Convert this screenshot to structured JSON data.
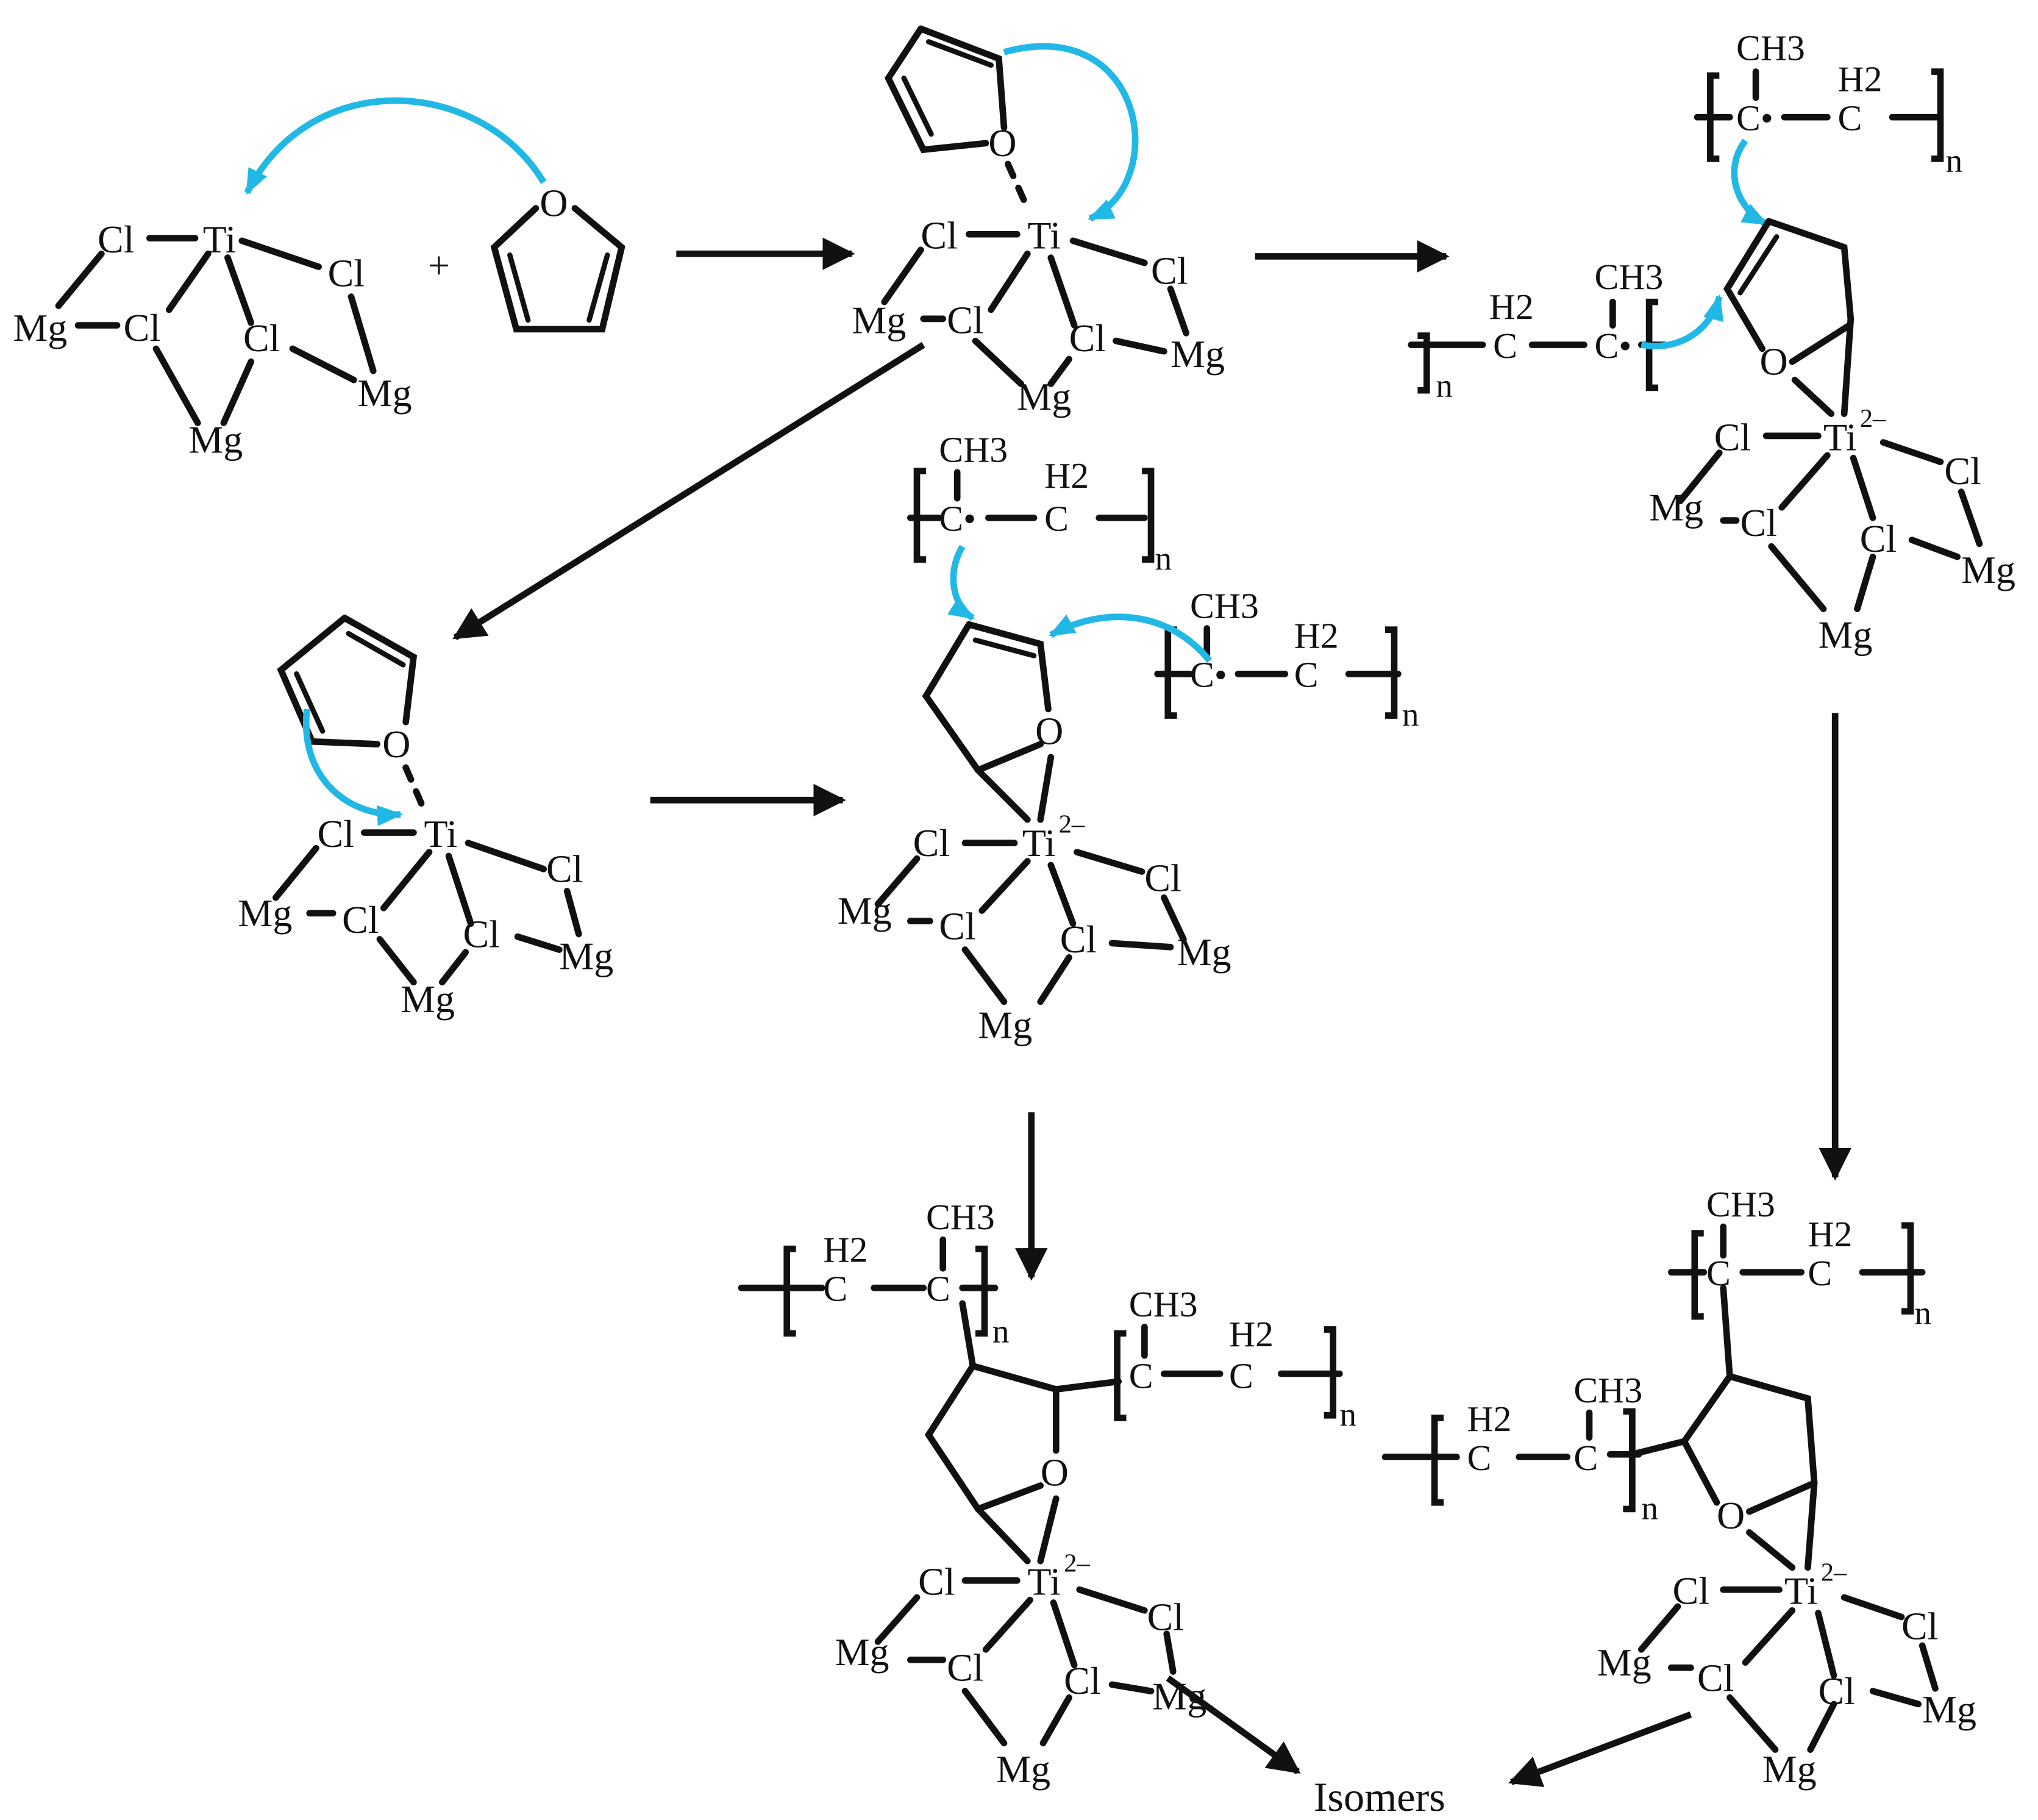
{
  "colors": {
    "ink": "#111111",
    "electron_arrow": "#22b8e6",
    "background": "#ffffff"
  },
  "labels": {
    "cl": "Cl",
    "ti": "Ti",
    "ti_charge": "2–",
    "mg": "Mg",
    "o": "O",
    "c": "C",
    "c_radical": "C•",
    "ch3": "CH3",
    "h2": "H2",
    "n": "n",
    "plus": "+",
    "product": "Isomers"
  }
}
